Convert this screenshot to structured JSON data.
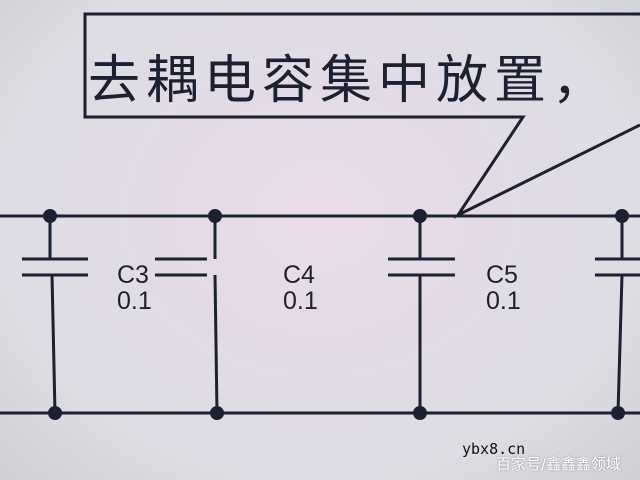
{
  "callout": {
    "text": "去耦电容集中放置，"
  },
  "capacitors": [
    {
      "ref": "C3",
      "value": "0.1"
    },
    {
      "ref": "C4",
      "value": "0.1"
    },
    {
      "ref": "C5",
      "value": "0.1"
    }
  ],
  "watermark": {
    "site": "ybx8.cn",
    "source": "百家号/鑫鑫鑫领域"
  },
  "colors": {
    "ink": "#1d2030",
    "background": "#e2dbe6"
  }
}
